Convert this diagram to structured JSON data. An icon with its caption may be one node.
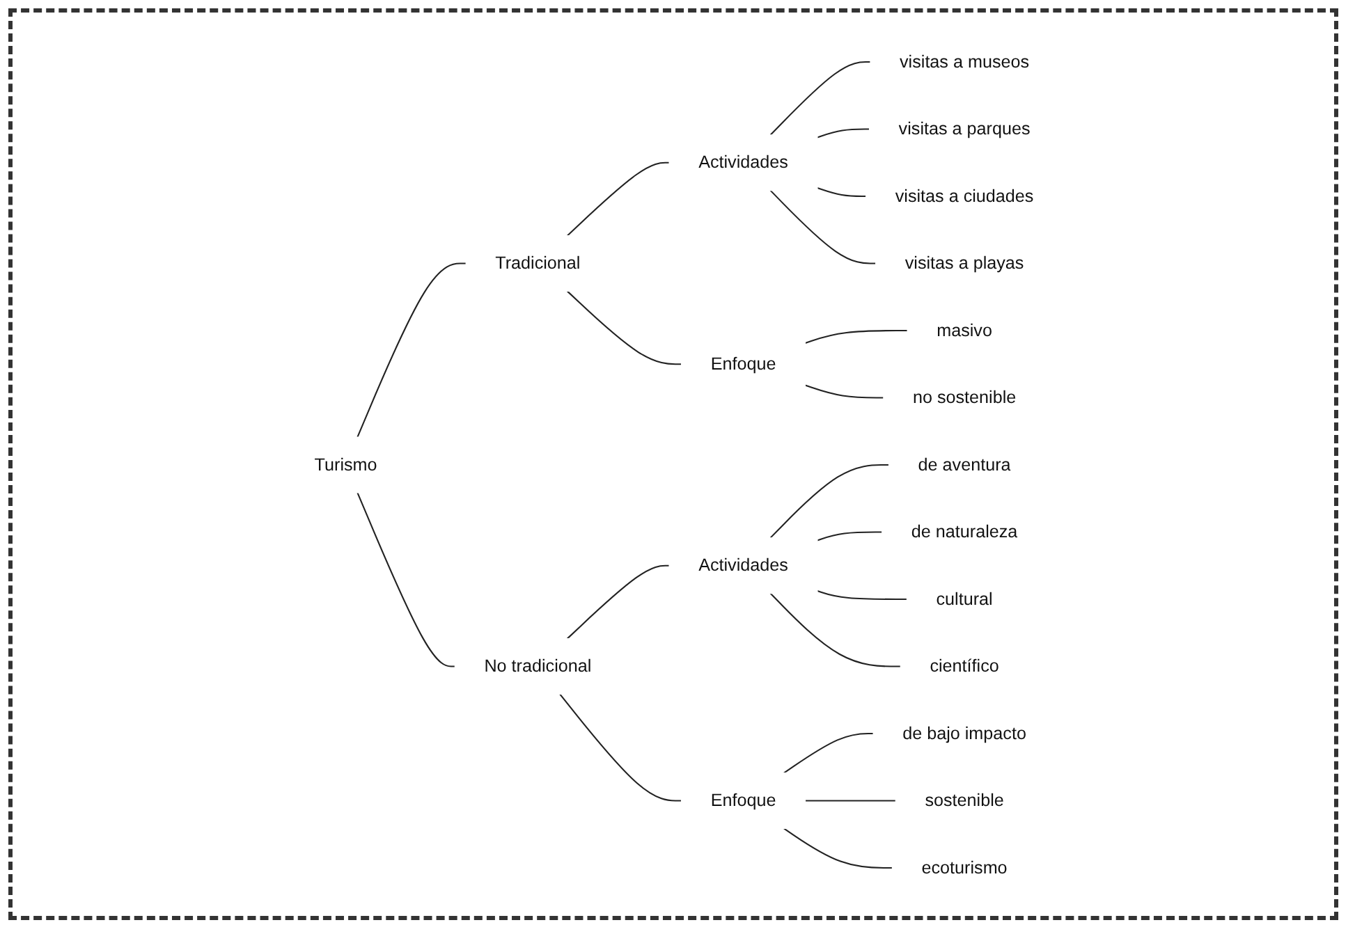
{
  "diagram": {
    "nodes": [
      {
        "text": [
          "Turismo"
        ]
      },
      {
        "text": [
          "Tradicional"
        ]
      },
      {
        "text": [
          "Actividades"
        ]
      },
      {
        "text": [
          "visitas a museos"
        ]
      },
      {
        "text": [
          "visitas a parques"
        ]
      },
      {
        "text": [
          "visitas a ciudades"
        ]
      },
      {
        "text": [
          "visitas a playas"
        ]
      },
      {
        "text": [
          "Enfoque"
        ]
      },
      {
        "text": [
          "masivo"
        ]
      },
      {
        "text": [
          "no sostenible"
        ]
      },
      {
        "text": [
          "No tradicional"
        ]
      },
      {
        "text": [
          "Actividades"
        ]
      },
      {
        "text": [
          "de aventura"
        ]
      },
      {
        "text": [
          "de naturaleza"
        ]
      },
      {
        "text": [
          "cultural"
        ]
      },
      {
        "text": [
          "científico"
        ]
      },
      {
        "text": [
          "Enfoque"
        ]
      },
      {
        "text": [
          "de bajo impacto"
        ]
      },
      {
        "text": [
          "sostenible"
        ]
      },
      {
        "text": [
          "ecoturismo"
        ]
      }
    ],
    "edges": [
      {
        "from": 0,
        "to": 1,
        "arrow": "none"
      },
      {
        "from": 1,
        "to": 2,
        "arrow": "none"
      },
      {
        "from": 2,
        "to": 3,
        "arrow": "none"
      },
      {
        "from": 2,
        "to": 4,
        "arrow": "none"
      },
      {
        "from": 2,
        "to": 5,
        "arrow": "none"
      },
      {
        "from": 2,
        "to": 6,
        "arrow": "none"
      },
      {
        "from": 1,
        "to": 7,
        "arrow": "none"
      },
      {
        "from": 7,
        "to": 8,
        "arrow": "none"
      },
      {
        "from": 7,
        "to": 9,
        "arrow": "none"
      },
      {
        "from": 0,
        "to": 10,
        "arrow": "none"
      },
      {
        "from": 10,
        "to": 11,
        "arrow": "none"
      },
      {
        "from": 11,
        "to": 12,
        "arrow": "none"
      },
      {
        "from": 11,
        "to": 13,
        "arrow": "none"
      },
      {
        "from": 11,
        "to": 14,
        "arrow": "none"
      },
      {
        "from": 11,
        "to": 15,
        "arrow": "none"
      },
      {
        "from": 10,
        "to": 16,
        "arrow": "none"
      },
      {
        "from": 16,
        "to": 17,
        "arrow": "none"
      },
      {
        "from": 16,
        "to": 18,
        "arrow": "none"
      },
      {
        "from": 16,
        "to": 19,
        "arrow": "none"
      }
    ]
  }
}
